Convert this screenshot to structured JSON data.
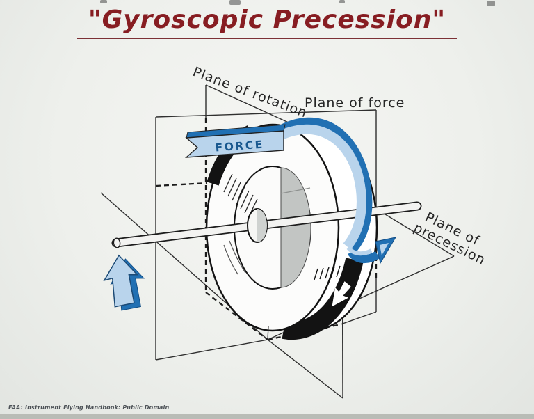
{
  "title": {
    "text": "\"Gyroscopic Precession\""
  },
  "diagram": {
    "plane_of_rotation_label": "Plane of rotation",
    "plane_of_force_label": "Plane of force",
    "plane_of_precession_label_line1": "Plane of",
    "plane_of_precession_label_line2": "precession",
    "force_banner_label": "FORCE"
  },
  "footer": {
    "attribution": "FAA: Instrument Flying Handbook: Public Domain"
  },
  "colors": {
    "title_red": "#871d22",
    "ink": "#2f2f2f",
    "blue_dark": "#2170b3",
    "blue_light": "#b9d4ec",
    "force_text": "#19588f",
    "wheel_black": "#131313",
    "web_gray": "#c2c5c3",
    "bottom_bar": "#b9bcb6"
  }
}
